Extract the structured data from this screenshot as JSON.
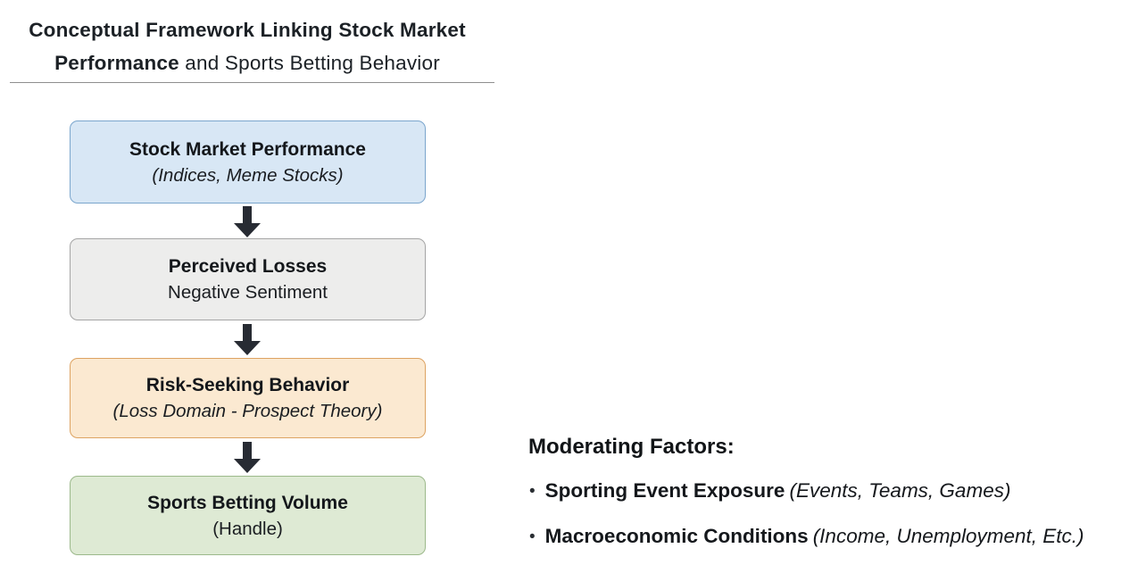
{
  "title": {
    "line1": "Conceptual Framework Linking Stock Market",
    "line2_bold": "Performance",
    "line2_rest": " and Sports Betting Behavior"
  },
  "flow": {
    "boxes": [
      {
        "heading": "Stock Market Performance",
        "subtext": "(Indices, Meme Stocks)",
        "fill": "#d8e7f5",
        "border": "#7ba6cd"
      },
      {
        "heading": "Perceived Losses",
        "subtext": "Negative Sentiment",
        "fill": "#ededec",
        "border": "#a5a5a5"
      },
      {
        "heading": "Risk-Seeking Behavior",
        "subtext": "(Loss Domain - Prospect Theory)",
        "fill": "#fbe9d1",
        "border": "#dda362"
      },
      {
        "heading": "Sports Betting Volume",
        "subtext": "(Handle)",
        "fill": "#deead4",
        "border": "#9cb98b"
      }
    ],
    "arrow_color": "#272b33"
  },
  "moderating": {
    "heading": "Moderating Factors:",
    "bullet": "•",
    "items": [
      {
        "bold": "Sporting Event Exposure",
        "italic": "(Events, Teams, Games)"
      },
      {
        "bold": "Macroeconomic Conditions",
        "italic": "(Income, Unemployment, Etc.)"
      }
    ]
  }
}
